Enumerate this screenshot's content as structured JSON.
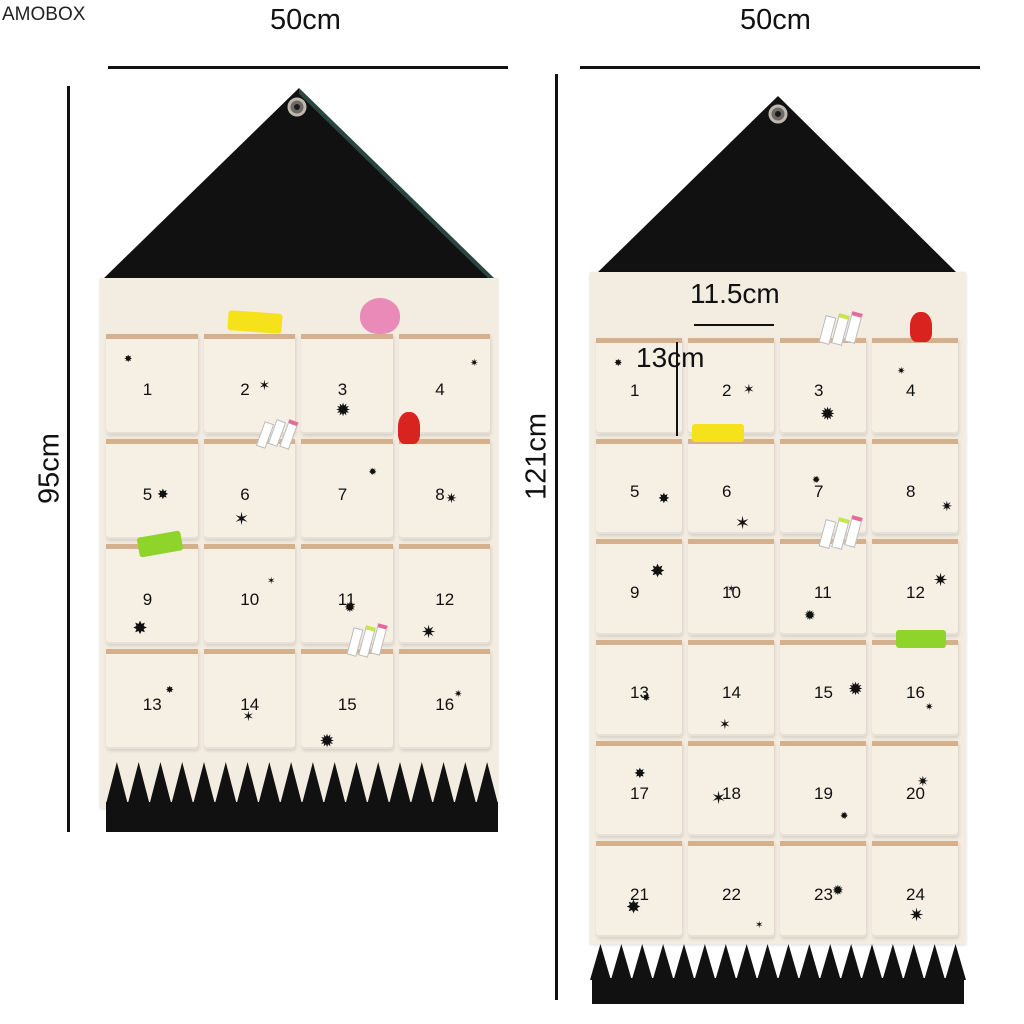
{
  "brand": "AMOBOX",
  "small_calendar": {
    "width_label": "50cm",
    "height_label": "95cm",
    "pockets": [
      "1",
      "2",
      "3",
      "4",
      "5",
      "6",
      "7",
      "8",
      "9",
      "10",
      "11",
      "12",
      "13",
      "14",
      "15",
      "16"
    ]
  },
  "large_calendar": {
    "width_label": "50cm",
    "height_label": "121cm",
    "pocket_width_label": "11.5cm",
    "pocket_height_label": "13cm",
    "pockets": [
      "1",
      "2",
      "3",
      "4",
      "5",
      "6",
      "7",
      "8",
      "9",
      "10",
      "11",
      "12",
      "13",
      "14",
      "15",
      "16",
      "17",
      "18",
      "19",
      "20",
      "21",
      "22",
      "23",
      "24"
    ]
  },
  "colors": {
    "roof": "#111111",
    "canvas": "#f3ece1",
    "pocket_trim": "#d4b08c",
    "clip_yellow": "#f5e21a",
    "clip_green": "#8ed42a",
    "clip_red": "#d8231f",
    "clip_pink": "#e98ab8"
  }
}
